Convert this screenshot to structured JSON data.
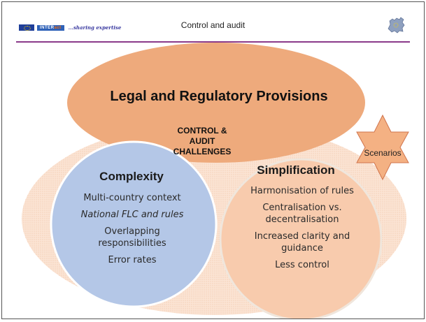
{
  "header": {
    "logo_label_a": "INTER",
    "logo_label_b": "act",
    "logo_tagline": "...sharing expertise",
    "title": "Control and audit",
    "map_icon": "europe-map-icon"
  },
  "diagram": {
    "top_title": "Legal and Regulatory Provisions",
    "center_label": [
      "CONTROL &",
      "AUDIT",
      "CHALLENGES"
    ],
    "star_label": "Scenarios",
    "left_title": "Complexity",
    "left_items": [
      "Multi-country context",
      "National FLC and rules",
      "Overlapping responsibilities",
      "Error rates"
    ],
    "right_title": "Simplification",
    "right_items": [
      "Harmonisation of rules",
      "Centralisation vs. decentralisation",
      "Increased clarity and guidance",
      "Less control"
    ]
  },
  "colors": {
    "top_ellipse": "#eeaa7c",
    "big_ellipse": "#fbe5d6",
    "left_circle": "#b4c7e7",
    "right_circle": "#f8cbad",
    "star": "#f4b183",
    "header_rule": "#8a3a8a"
  }
}
